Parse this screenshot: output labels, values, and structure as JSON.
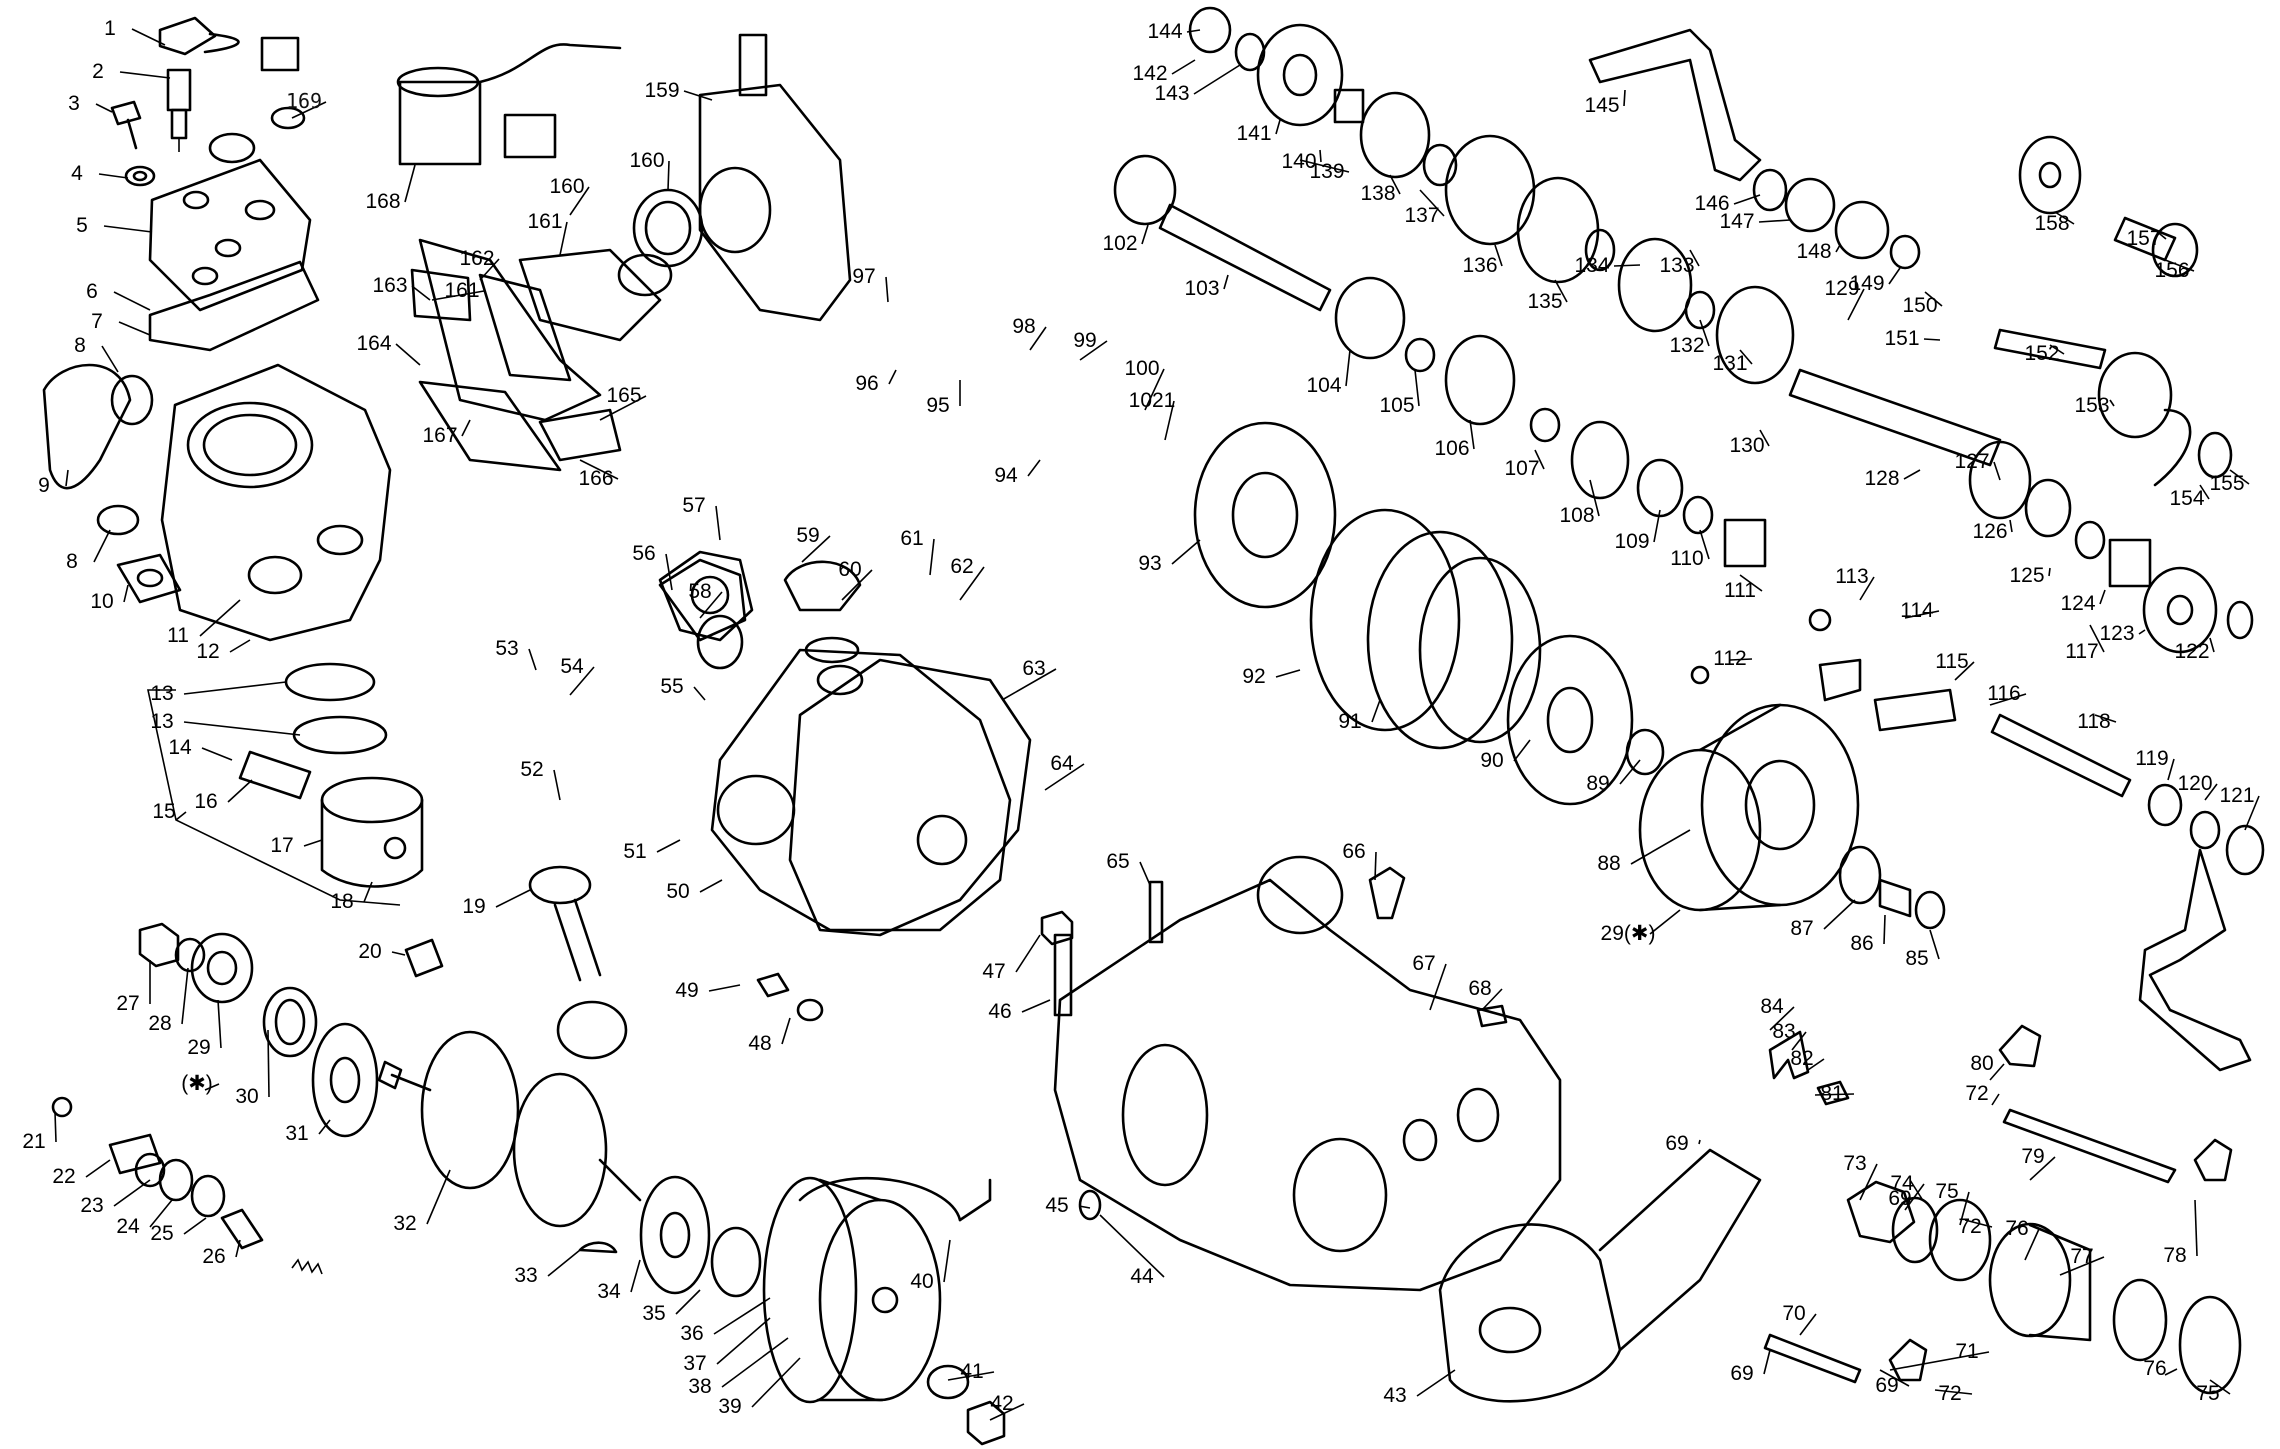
{
  "diagram": {
    "line_color": "#000000",
    "background": "#ffffff",
    "labels": [
      "1",
      "2",
      "3",
      "4",
      "5",
      "6",
      "7",
      "8",
      "8",
      "9",
      "10",
      "11",
      "12",
      "13",
      "13",
      "14",
      "15",
      "16",
      "17",
      "18",
      "19",
      "20",
      "21",
      "22",
      "23",
      "24",
      "25",
      "26",
      "27",
      "28",
      "29",
      "(✱)",
      "30",
      "31",
      "32",
      "33",
      "34",
      "35",
      "36",
      "37",
      "38",
      "39",
      "40",
      "41",
      "42",
      "43",
      "44",
      "45",
      "46",
      "47",
      "48",
      "49",
      "50",
      "51",
      "52",
      "53",
      "54",
      "55",
      "56",
      "57",
      "58",
      "59",
      "60",
      "61",
      "62",
      "63",
      "64",
      "65",
      "66",
      "67",
      "68",
      "69",
      "69",
      "69",
      "69",
      "70",
      "71",
      "72",
      "72",
      "72",
      "73",
      "74",
      "75",
      "75",
      "76",
      "76",
      "77",
      "78",
      "79",
      "80",
      "81",
      "82",
      "83",
      "84",
      "85",
      "86",
      "87",
      "88",
      "29(✱)",
      "89",
      "90",
      "91",
      "92",
      "93",
      "94",
      "95",
      "96",
      "97",
      "98",
      "99",
      "100",
      "1021",
      "102",
      "103",
      "104",
      "105",
      "106",
      "107",
      "108",
      "109",
      "110",
      "111",
      "112",
      "113",
      "114",
      "115",
      "116",
      "117",
      "118",
      "119",
      "120",
      "121",
      "122",
      "123",
      "124",
      "125",
      "126",
      "127",
      "128",
      "129",
      "130",
      "131",
      "132",
      "133",
      "134",
      "135",
      "136",
      "137",
      "138",
      "139",
      "140",
      "141",
      "142",
      "143",
      "144",
      "145",
      "146",
      "147",
      "148",
      "149",
      "150",
      "151",
      "152",
      "153",
      "154",
      "155",
      "156",
      "157",
      "158",
      "159",
      "160",
      "160",
      "161",
      "161",
      "162",
      "163",
      "164",
      "165",
      "166",
      "167",
      "168",
      "169"
    ]
  }
}
